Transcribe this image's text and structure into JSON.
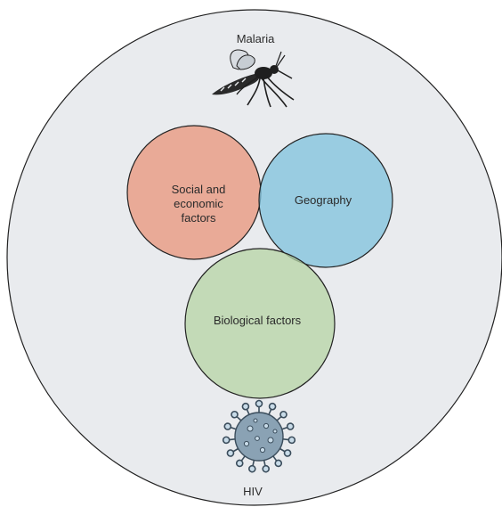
{
  "labels": {
    "malaria": "Malaria",
    "social": "Social and\neconomic\nfactors",
    "geography": "Geography",
    "biological": "Biological factors",
    "hiv": "HIV"
  },
  "icons": {
    "mosquito": "mosquito-icon",
    "virus": "virus-icon"
  },
  "colors": {
    "outer_fill": "#e9ebee",
    "social_fill": "#e9a38d",
    "geography_fill": "#7ec2dc",
    "biological_fill": "#b6d4a4",
    "outline": "#222222",
    "virus_fill": "#8aa2b4",
    "virus_spike": "#c8dbe8"
  }
}
